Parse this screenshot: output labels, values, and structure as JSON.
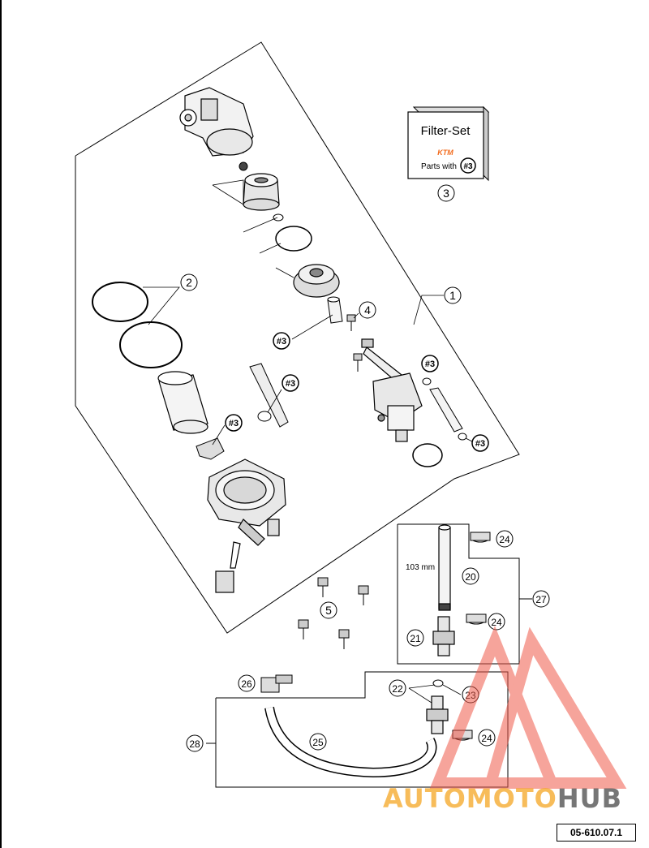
{
  "diagram": {
    "callouts": {
      "c1": "1",
      "c2": "2",
      "c3": "3",
      "c4": "4",
      "c5": "5",
      "c20": "20",
      "c21": "21",
      "c22": "22",
      "c23": "23",
      "c24a": "24",
      "c24b": "24",
      "c24c": "24",
      "c25": "25",
      "c26": "26",
      "c27": "27",
      "c28": "28"
    },
    "ref_tags": [
      "#3",
      "#3",
      "#3",
      "#3",
      "#3"
    ],
    "filter_set": {
      "title": "Filter-Set",
      "brand": "KTM",
      "parts_with": "Parts with",
      "parts_tag": "#3"
    },
    "hose_length_label": "103 mm",
    "drawing_number": "05-610.07.1"
  },
  "watermark": {
    "part1": "AUTOMOTO",
    "part2": "HUB",
    "color_accent": "#f05a4a",
    "color_dark": "#444444"
  }
}
